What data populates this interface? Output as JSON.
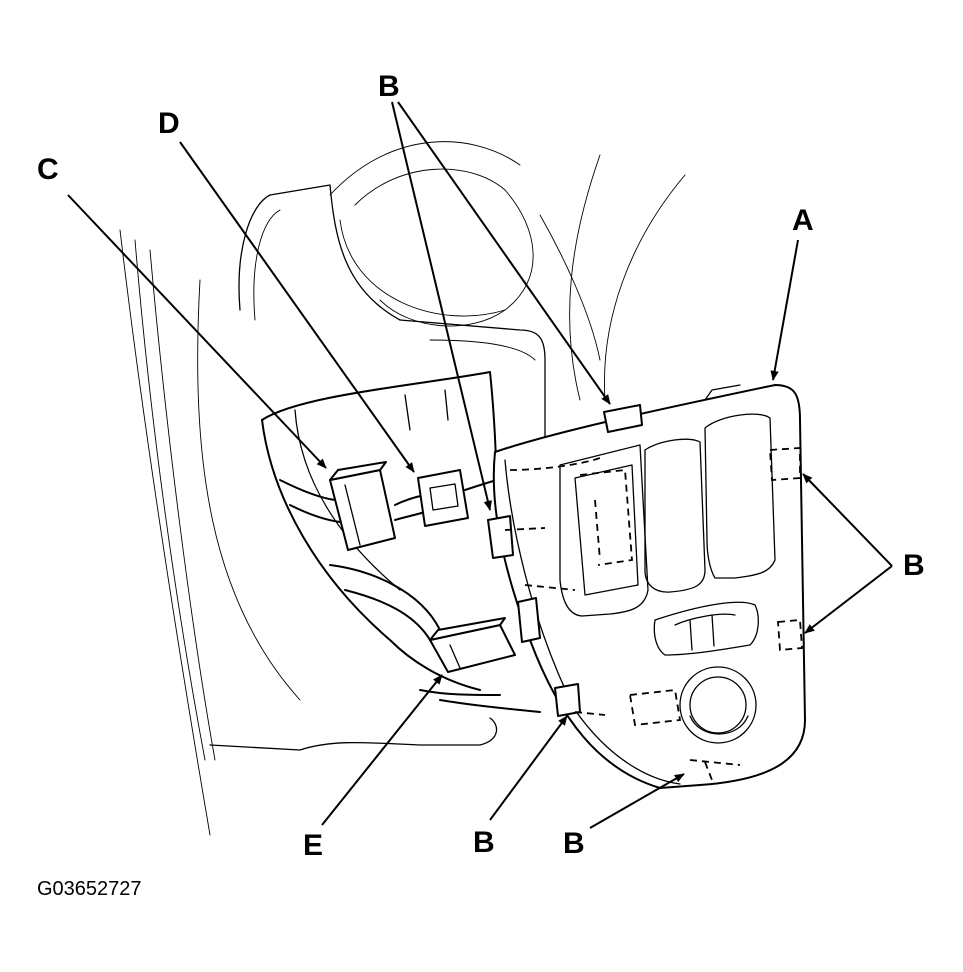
{
  "callouts": {
    "a": "A",
    "b_top": "B",
    "b_right": "B",
    "b_bottom_left": "B",
    "b_bottom_right": "B",
    "c": "C",
    "d": "D",
    "e": "E"
  },
  "figure_id": "G03652727"
}
